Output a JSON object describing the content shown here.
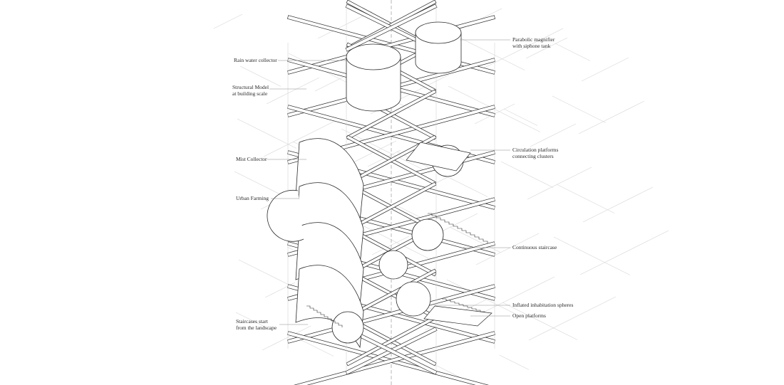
{
  "diagram": {
    "labels_left": [
      {
        "id": "rain",
        "line1": "Rain water collector",
        "line2": ""
      },
      {
        "id": "struct",
        "line1": "Structural Model",
        "line2": "at building scale"
      },
      {
        "id": "mist",
        "line1": "Mist Collector",
        "line2": ""
      },
      {
        "id": "farm",
        "line1": "Urban Farming",
        "line2": ""
      },
      {
        "id": "stairs-start",
        "line1": "Staircases start",
        "line2": "from the landscape"
      }
    ],
    "labels_right": [
      {
        "id": "parabolic",
        "line1": "Parabolic magnifier",
        "line2": "with siphone tank"
      },
      {
        "id": "circulation",
        "line1": "Circulation platforms",
        "line2": "connecting clusters"
      },
      {
        "id": "staircase",
        "line1": "Continuous staircase",
        "line2": ""
      },
      {
        "id": "spheres",
        "line1": "Inflated inhabitation spheres",
        "line2": ""
      },
      {
        "id": "open",
        "line1": "Open platforms",
        "line2": ""
      }
    ],
    "colors": {
      "ink": "#2a2a2a",
      "leader": "#8a8a8a",
      "faint": "#d6d6d6",
      "fill": "#ffffff"
    }
  }
}
